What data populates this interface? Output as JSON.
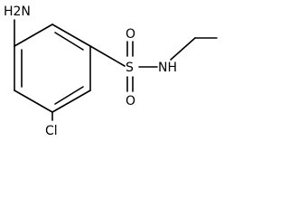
{
  "molecule": {
    "atoms": {
      "amine": "H2N",
      "chlorine": "Cl",
      "sulfur": "S",
      "oxygen_top": "O",
      "oxygen_bottom": "O",
      "sulfonamide_n": "NH"
    }
  }
}
